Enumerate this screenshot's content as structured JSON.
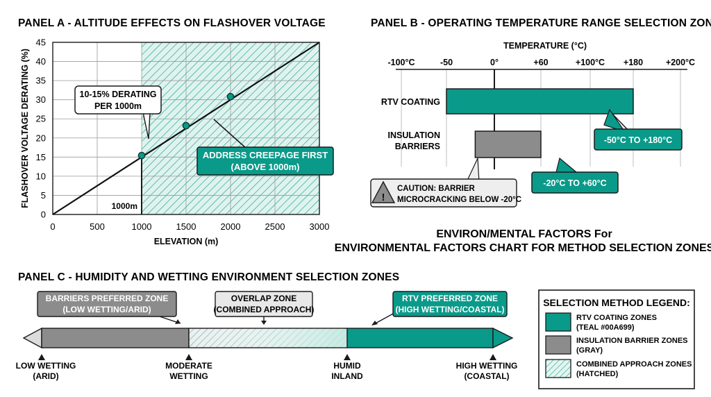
{
  "colors": {
    "teal": "#0a9a8a",
    "gray": "#8c8c8c",
    "hatch": "#cfeee8",
    "dark": "#1a1a1a"
  },
  "chart_data": [
    {
      "panel": "A",
      "type": "line",
      "title": "PANEL A - ALTITUDE EFFECTS ON FLASHOVER VOLTAGE",
      "xlabel": "ELEVATION (m)",
      "ylabel": "FLASHOVER VOLTAGE DERATING (%)",
      "xlim": [
        0,
        3000
      ],
      "ylim": [
        0,
        45
      ],
      "xticks": [
        "0",
        "500",
        "1000",
        "1500",
        "2000",
        "2500",
        "3000"
      ],
      "yticks": [
        "0",
        "5",
        "10",
        "15",
        "20",
        "25",
        "30",
        "35",
        "40",
        "45"
      ],
      "xtick_values": [
        0,
        500,
        1000,
        1500,
        2000,
        2500,
        3000
      ],
      "ytick_values": [
        0,
        5,
        10,
        15,
        20,
        25,
        30,
        35,
        40,
        45
      ],
      "grid": true,
      "line": {
        "x": [
          0,
          3000
        ],
        "y": [
          0,
          45
        ]
      },
      "points": [
        {
          "x": 1000,
          "y": 15.4
        },
        {
          "x": 1500,
          "y": 23.2
        },
        {
          "x": 2000,
          "y": 30.8
        }
      ],
      "shaded_region": {
        "x_from": 1000,
        "x_to": 3000
      },
      "marker_label": "1000m",
      "annotations": {
        "derating_line1": "10-15% DERATING",
        "derating_line2": "PER 1000m",
        "creepage_line1": "ADDRESS CREEPAGE FIRST",
        "creepage_line2": "(ABOVE 1000m)"
      }
    },
    {
      "panel": "B",
      "type": "bar",
      "orientation": "horizontal",
      "title": "PANEL B - OPERATING TEMPERATURE RANGE SELECTION ZONES",
      "xlabel": "TEMPERATURE (°C)",
      "xticks": [
        "-100°C",
        "-50",
        "0°",
        "+60",
        "+100°C",
        "+180",
        "+200°C"
      ],
      "xtick_values": [
        -100,
        -50,
        0,
        60,
        100,
        180,
        200
      ],
      "categories": [
        "RTV COATING",
        "INSULATION BARRIERS"
      ],
      "category_lines": [
        [
          "RTV COATING"
        ],
        [
          "INSULATION",
          "BARRIERS"
        ]
      ],
      "ranges": [
        [
          -50,
          180
        ],
        [
          -20,
          60
        ]
      ],
      "range_labels": [
        "-50°C TO +180°C",
        "-20°C TO +60°C"
      ],
      "caution": [
        "CAUTION: BARRIER",
        "MICROCRACKING BELOW -20°C"
      ]
    },
    {
      "panel": "C",
      "type": "bar",
      "title": "PANEL C - HUMIDITY AND WETTING ENVIRONMENT  SELECTION ZONES",
      "zones": [
        {
          "label": [
            "BARRIERS PREFERRED ZONE",
            "(LOW WETTING/ARID)"
          ],
          "kind": "gray"
        },
        {
          "label": [
            "OVERLAP ZONE",
            "(COMBINED APPROACH)"
          ],
          "kind": "hatched"
        },
        {
          "label": [
            "RTV PREFERRED ZONE",
            "(HIGH WETTING/COASTAL)"
          ],
          "kind": "teal"
        }
      ],
      "scale_labels": [
        [
          "LOW WETTING",
          "(ARID)"
        ],
        [
          "MODERATE",
          "WETTING"
        ],
        [
          "HUMID",
          "INLAND"
        ],
        [
          "HIGH WETTING",
          "(COASTAL)"
        ]
      ]
    }
  ],
  "center_title": {
    "line1": "ENVIRON/MENTAL FACTORS For",
    "line2": "ENVIRONMENTAL FACTORS CHART FOR METHOD SELECTION ZONES"
  },
  "legend": {
    "title": "SELECTION METHOD LEGEND:",
    "items": [
      {
        "kind": "teal",
        "lines": [
          "RTV COATING ZONES",
          "(TEAL #00A699)"
        ]
      },
      {
        "kind": "gray",
        "lines": [
          "INSULATION BARRIER ZONES",
          "(GRAY)"
        ]
      },
      {
        "kind": "hatched",
        "lines": [
          "COMBINED APPROACH ZONES",
          "(HATCHED)"
        ]
      }
    ]
  }
}
